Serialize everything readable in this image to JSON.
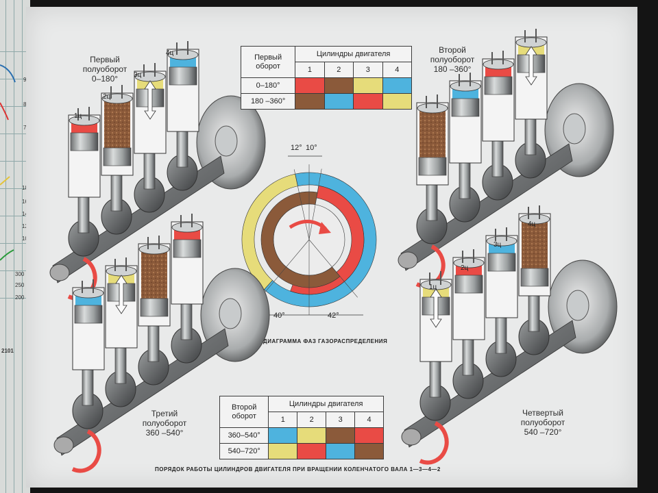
{
  "tables": {
    "first": {
      "title": "Первый оборот",
      "header": "Цилиндры двигателя",
      "cols": [
        "1",
        "2",
        "3",
        "4"
      ],
      "rows": [
        {
          "label": "0–180°",
          "colors": [
            "#e94b45",
            "#8b5a3a",
            "#e6dc7a",
            "#4eb3de"
          ]
        },
        {
          "label": "180 –360°",
          "colors": [
            "#8b5a3a",
            "#4eb3de",
            "#e94b45",
            "#e6dc7a"
          ]
        }
      ]
    },
    "second": {
      "title": "Второй оборот",
      "header": "Цилиндры двигателя",
      "cols": [
        "1",
        "2",
        "3",
        "4"
      ],
      "rows": [
        {
          "label": "360–540°",
          "colors": [
            "#4eb3de",
            "#e6dc7a",
            "#8b5a3a",
            "#e94b45"
          ]
        },
        {
          "label": "540–720°",
          "colors": [
            "#e6dc7a",
            "#e94b45",
            "#4eb3de",
            "#8b5a3a"
          ]
        }
      ]
    }
  },
  "captions": {
    "half1": "Первый полуоборот 0–180°",
    "half2": "Второй полуоборот 180 –360°",
    "half3": "Третий полуоборот 360 –540°",
    "half4": "Четвертый полуоборот 540 –720°"
  },
  "diagram": {
    "title": "ДИАГРАММА ФАЗ ГАЗОРАСПРЕДЕЛЕНИЯ",
    "angle_top_left": "12°",
    "angle_top_right": "10°",
    "angle_bottom_left": "40°",
    "angle_bottom_right": "42°"
  },
  "bottom_caption": "ПОРЯДОК РАБОТЫ ЦИЛИНДРОВ ДВИГАТЕЛЯ ПРИ ВРАЩЕНИИ КОЛЕНЧАТОГО ВАЛА 1—3—4—2",
  "cylinder_labels": [
    "1ц",
    "2ц",
    "3ц",
    "4ц"
  ],
  "side_numbers": [
    "9",
    "8",
    "7",
    "18",
    "16",
    "14",
    "12",
    "10",
    "300",
    "250",
    "200",
    "2101"
  ],
  "colors": {
    "intake_blue": "#4eb3de",
    "compression_yellow": "#e6dc7a",
    "power_brown": "#8b5a3a",
    "exhaust_red": "#e94b45"
  }
}
